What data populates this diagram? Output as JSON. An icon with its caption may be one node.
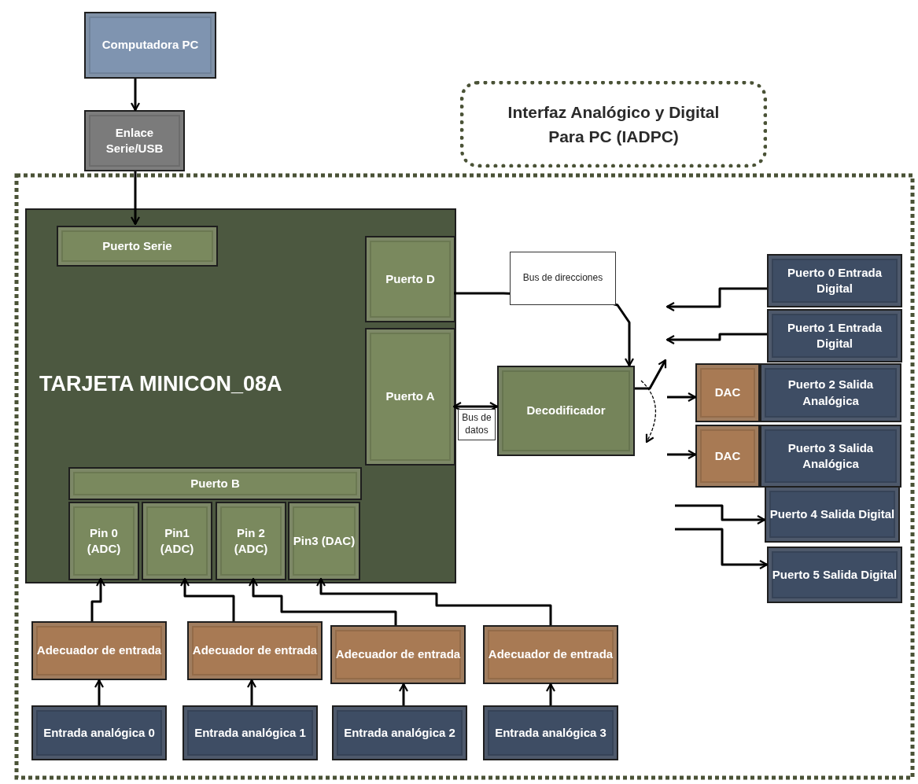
{
  "diagram": {
    "nodes": [
      {
        "text": [
          "Computadora PC"
        ]
      },
      {
        "text": [
          "Enlace Serie/USB"
        ]
      },
      {
        "text": [
          "Interfaz Analógico y Digital Para PC (IADPC)"
        ]
      },
      {
        "text": [
          "TARJETA MINICON_08A"
        ],
        "in": 2
      },
      {
        "text": [
          "Puerto Serie"
        ],
        "in": 3
      },
      {
        "text": [
          "Puerto D"
        ],
        "in": 3
      },
      {
        "text": [
          "Puerto A"
        ],
        "in": 3
      },
      {
        "text": [
          "Puerto B"
        ],
        "in": 3
      },
      {
        "text": [
          "Pin 0 (ADC)"
        ],
        "in": 3
      },
      {
        "text": [
          "Pin1 (ADC)"
        ],
        "in": 3
      },
      {
        "text": [
          "Pin 2 (ADC)"
        ],
        "in": 3
      },
      {
        "text": [
          "Pin3 (DAC)"
        ],
        "in": 3
      },
      {
        "text": [
          "Decodificador"
        ],
        "in": 2
      },
      {
        "text": [
          "Puerto 0 Entrada Digital"
        ],
        "in": 2
      },
      {
        "text": [
          "Puerto 1 Entrada Digital"
        ],
        "in": 2
      },
      {
        "text": [
          "DAC"
        ],
        "in": 2
      },
      {
        "text": [
          "Puerto 2 Salida Analógica"
        ],
        "in": 2
      },
      {
        "text": [
          "DAC"
        ],
        "in": 2
      },
      {
        "text": [
          "Puerto 3 Salida Analógica"
        ],
        "in": 2
      },
      {
        "text": [
          "Puerto 4 Salida Digital"
        ],
        "in": 2
      },
      {
        "text": [
          "Puerto 5 Salida Digital"
        ],
        "in": 2
      },
      {
        "text": [
          "Adecuador de entrada"
        ],
        "in": 2
      },
      {
        "text": [
          "Adecuador de entrada"
        ],
        "in": 2
      },
      {
        "text": [
          "Adecuador de entrada"
        ],
        "in": 2
      },
      {
        "text": [
          "Adecuador de entrada"
        ],
        "in": 2
      },
      {
        "text": [
          "Entrada analógica 0"
        ],
        "in": 2
      },
      {
        "text": [
          "Entrada analógica 1"
        ],
        "in": 2
      },
      {
        "text": [
          "Entrada analógica 2"
        ],
        "in": 2
      },
      {
        "text": [
          "Entrada analógica 3"
        ],
        "in": 2
      }
    ],
    "edges": [
      {
        "from": 0,
        "to": 1,
        "arrow": "to"
      },
      {
        "from": 1,
        "to": 4,
        "arrow": "to"
      },
      {
        "from": 5,
        "to": 12,
        "arrow": "to",
        "label": "Bus de direcciones"
      },
      {
        "from": 6,
        "to": 12,
        "arrow": "both",
        "label": "Bus de datos"
      },
      {
        "from": 12,
        "to": null,
        "arrow": "to"
      },
      {
        "from": 13,
        "to": null,
        "arrow": "to"
      },
      {
        "from": 14,
        "to": null,
        "arrow": "to"
      },
      {
        "from": null,
        "to": 15,
        "arrow": "to"
      },
      {
        "from": null,
        "to": 17,
        "arrow": "to"
      },
      {
        "from": null,
        "to": 19,
        "arrow": "to"
      },
      {
        "from": null,
        "to": 20,
        "arrow": "to"
      },
      {
        "from": 21,
        "to": 8,
        "arrow": "to"
      },
      {
        "from": 22,
        "to": 9,
        "arrow": "to"
      },
      {
        "from": 23,
        "to": 10,
        "arrow": "to"
      },
      {
        "from": 24,
        "to": 11,
        "arrow": "to"
      },
      {
        "from": 25,
        "to": 21,
        "arrow": "to"
      },
      {
        "from": 26,
        "to": 22,
        "arrow": "to"
      },
      {
        "from": 27,
        "to": 23,
        "arrow": "to"
      },
      {
        "from": 28,
        "to": 24,
        "arrow": "to"
      }
    ]
  }
}
